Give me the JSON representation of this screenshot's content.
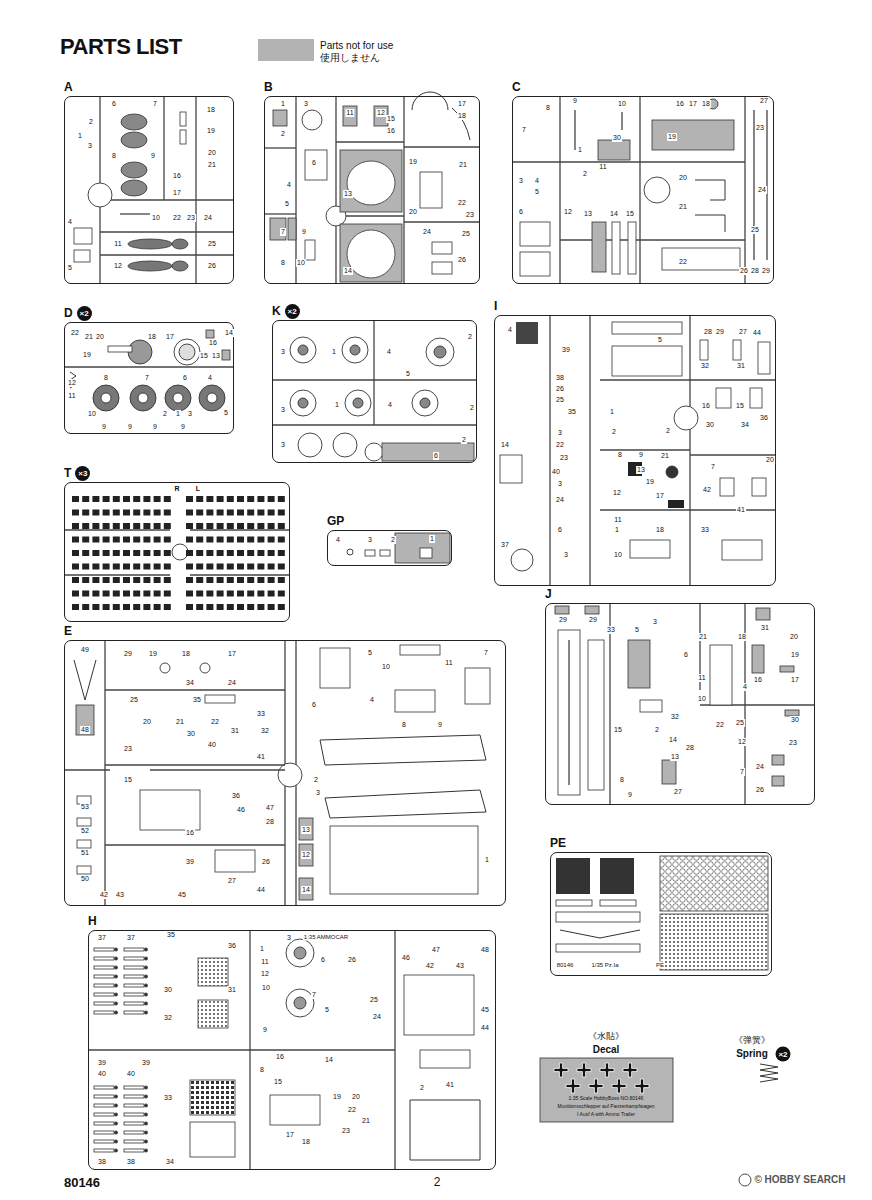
{
  "diagram": {
    "title": "PARTS LIST",
    "nodes": [
      {
        "text": [
          "A"
        ]
      },
      {
        "text": [
          "B"
        ]
      },
      {
        "text": [
          "C"
        ]
      },
      {
        "text": [
          "D",
          "×2"
        ]
      },
      {
        "text": [
          "K",
          "×2"
        ]
      },
      {
        "text": [
          "I"
        ]
      },
      {
        "text": [
          "T",
          "×3"
        ]
      },
      {
        "text": [
          "GP"
        ]
      },
      {
        "text": [
          "E"
        ]
      },
      {
        "text": [
          "J"
        ]
      },
      {
        "text": [
          "H"
        ]
      },
      {
        "text": [
          "PE"
        ]
      }
    ],
    "labels": [
      "R",
      "L",
      "《水貼》",
      "Decal",
      "1:35 Scale HobbyBoss NO.80146",
      "Munitionsschlepper auf Panzerkampfwagen",
      "I Ausf A with Ammo Trailer",
      "《弹簧》",
      "Spring",
      "×2",
      "80146",
      "2",
      "© HOBBY SEARCH",
      "80146",
      "1/35 Pz.Ia",
      "PE",
      "1:35 AMMOCAR",
      "1",
      "2",
      "3",
      "4",
      "5",
      "6",
      "7",
      "8",
      "9",
      "10",
      "11",
      "12",
      "16",
      "17",
      "18",
      "19",
      "20",
      "21",
      "22",
      "23",
      "24",
      "25",
      "26",
      "1",
      "2",
      "3",
      "4",
      "5",
      "6",
      "7",
      "8",
      "9",
      "10",
      "11",
      "12",
      "13",
      "14",
      "15",
      "16",
      "17",
      "18",
      "19",
      "20",
      "21",
      "22",
      "23",
      "24",
      "25",
      "26",
      "1",
      "2",
      "3",
      "4",
      "5",
      "6",
      "7",
      "8",
      "9",
      "10",
      "11",
      "12",
      "13",
      "14",
      "15",
      "16",
      "17",
      "18",
      "19",
      "20",
      "21",
      "22",
      "23",
      "24",
      "25",
      "26",
      "27",
      "28",
      "29",
      "30",
      "1",
      "2",
      "3",
      "4",
      "5",
      "6",
      "7",
      "8",
      "9",
      "9",
      "9",
      "9",
      "10",
      "11",
      "12",
      "13",
      "14",
      "15",
      "16",
      "17",
      "18",
      "19",
      "20",
      "21",
      "22",
      "1",
      "1",
      "2",
      "2",
      "2",
      "3",
      "3",
      "3",
      "4",
      "4",
      "5",
      "6",
      "1",
      "2",
      "3",
      "4",
      "1",
      "1",
      "2",
      "2",
      "3",
      "3",
      "3",
      "4",
      "5",
      "6",
      "7",
      "8",
      "9",
      "10",
      "11",
      "12",
      "13",
      "14",
      "15",
      "16",
      "17",
      "18",
      "19",
      "20",
      "21",
      "22",
      "23",
      "24",
      "25",
      "26",
      "27",
      "28",
      "29",
      "30",
      "31",
      "32",
      "33",
      "34",
      "35",
      "36",
      "37",
      "38",
      "39",
      "40",
      "41",
      "42",
      "44",
      "1",
      "2",
      "3",
      "4",
      "5",
      "6",
      "7",
      "8",
      "9",
      "10",
      "11",
      "12",
      "13",
      "14",
      "15",
      "16",
      "17",
      "18",
      "19",
      "20",
      "21",
      "22",
      "23",
      "24",
      "25",
      "26",
      "27",
      "28",
      "29",
      "30",
      "31",
      "32",
      "33",
      "34",
      "35",
      "36",
      "39",
      "40",
      "41",
      "42",
      "43",
      "44",
      "45",
      "46",
      "47",
      "48",
      "49",
      "50",
      "51",
      "52",
      "53",
      "2",
      "3",
      "4",
      "5",
      "6",
      "7",
      "8",
      "9",
      "10",
      "11",
      "12",
      "13",
      "14",
      "15",
      "16",
      "17",
      "18",
      "19",
      "20",
      "21",
      "22",
      "23",
      "24",
      "25",
      "26",
      "27",
      "28",
      "29",
      "29",
      "30",
      "31",
      "32",
      "33",
      "1",
      "2",
      "3",
      "5",
      "6",
      "7",
      "8",
      "9",
      "10",
      "11",
      "12",
      "14",
      "15",
      "16",
      "17",
      "18",
      "19",
      "20",
      "21",
      "22",
      "23",
      "24",
      "25",
      "26",
      "30",
      "31",
      "32",
      "33",
      "34",
      "35",
      "36",
      "37",
      "37",
      "38",
      "38",
      "39",
      "39",
      "40",
      "40",
      "41",
      "42",
      "43",
      "44",
      "45",
      "46",
      "47",
      "48"
    ],
    "legend": [
      {
        "text": "Parts not for use 使用しません",
        "color": "#b3b3b3"
      }
    ]
  }
}
